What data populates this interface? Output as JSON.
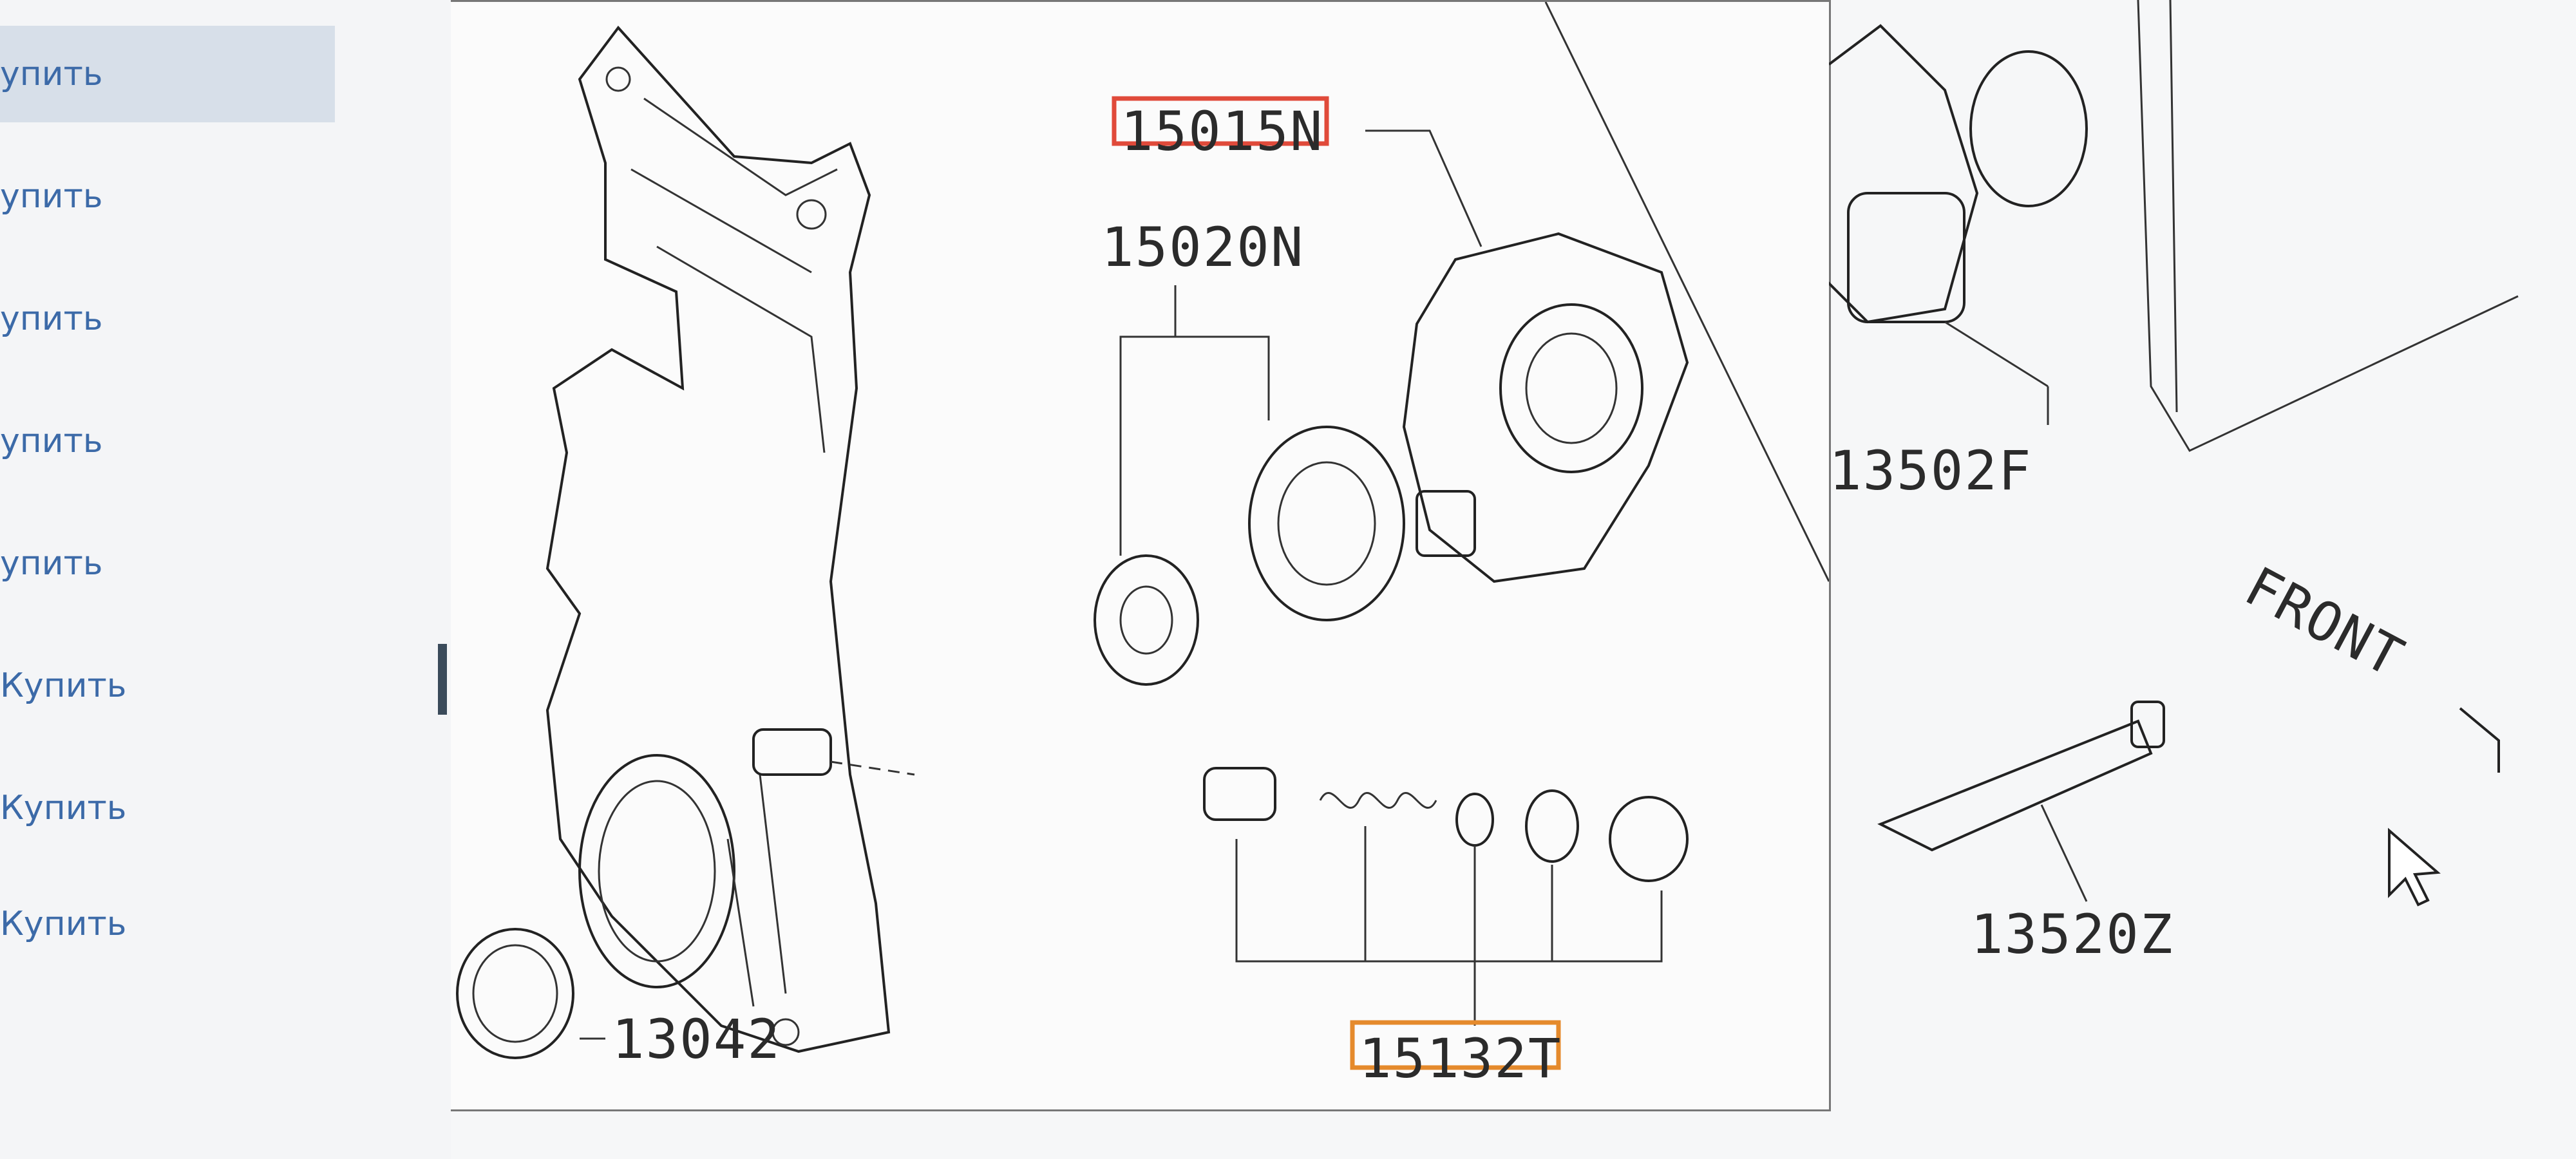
{
  "sidebar": {
    "items": [
      {
        "label": "упить"
      },
      {
        "label": "упить"
      },
      {
        "label": "упить"
      },
      {
        "label": "упить"
      },
      {
        "label": "упить"
      },
      {
        "label": "Купить"
      },
      {
        "label": "Купить"
      },
      {
        "label": "Купить"
      }
    ]
  },
  "diagram": {
    "parts": {
      "oil_pump_assembly": "15015N",
      "gear_set": "15020N",
      "relief_valve_kit": "15132T",
      "front_seal": "13042",
      "timing_cover_part": "13502F",
      "sealant": "13520Z"
    },
    "direction_label": "FRONT",
    "highlight_colors": {
      "selected": "#e04a3a",
      "secondary": "#e58a2c"
    }
  }
}
